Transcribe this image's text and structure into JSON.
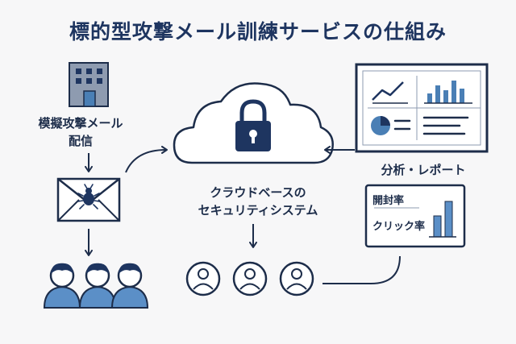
{
  "title": "標的型攻撃メール訓練サービスの仕組み",
  "dispatch": {
    "line1": "模擬攻撃メール",
    "line2": "配信"
  },
  "cloud": {
    "line1": "クラウドベースの",
    "line2": "セキュリティシステム"
  },
  "analysis": {
    "label": "分析・レポート"
  },
  "report_card": {
    "open_rate_label": "開封率",
    "click_rate_label": "クリック率"
  },
  "colors": {
    "navy": "#1e3560",
    "blue": "#4a7fb5",
    "light_blue": "#5b8fc7",
    "background": "#f7f7f8",
    "stroke": "#1d2d4a"
  },
  "icons": [
    "building-icon",
    "phishing-envelope-icon",
    "bug-icon",
    "people-group-icon",
    "cloud-icon",
    "padlock-icon",
    "user-circle-icon",
    "dashboard-monitor-icon",
    "line-chart-icon",
    "bar-chart-icon",
    "pie-chart-icon",
    "report-card-icon"
  ]
}
